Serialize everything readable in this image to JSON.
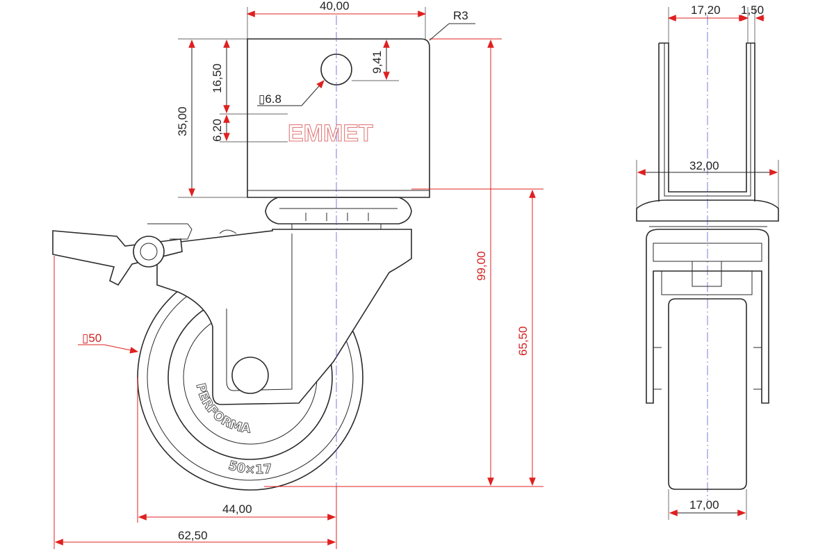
{
  "drawing": {
    "dimensions": {
      "plate_width": "40,00",
      "corner_radius": "R3",
      "plate_height": "35,00",
      "hole_offset": "16,50",
      "hole_edge_offset": "9,41",
      "hole_diameter": "▯6.8",
      "slot_height": "6,20",
      "total_height": "99,00",
      "wheel_axle_height": "65,50",
      "wheel_diameter": "▯50",
      "axle_offset": "44,00",
      "overall_length": "62,50",
      "side_top_width": "17,20",
      "side_thickness": "1,50",
      "side_bracket_width": "32,00",
      "wheel_width": "17,00"
    },
    "labels": {
      "brand": "EMMET",
      "wheel_brand": "PERFORMA",
      "wheel_size": "50×17"
    },
    "colors": {
      "dimension": "#e02020",
      "outline": "#2a2a2a",
      "centerline": "#5b5bd6"
    }
  }
}
